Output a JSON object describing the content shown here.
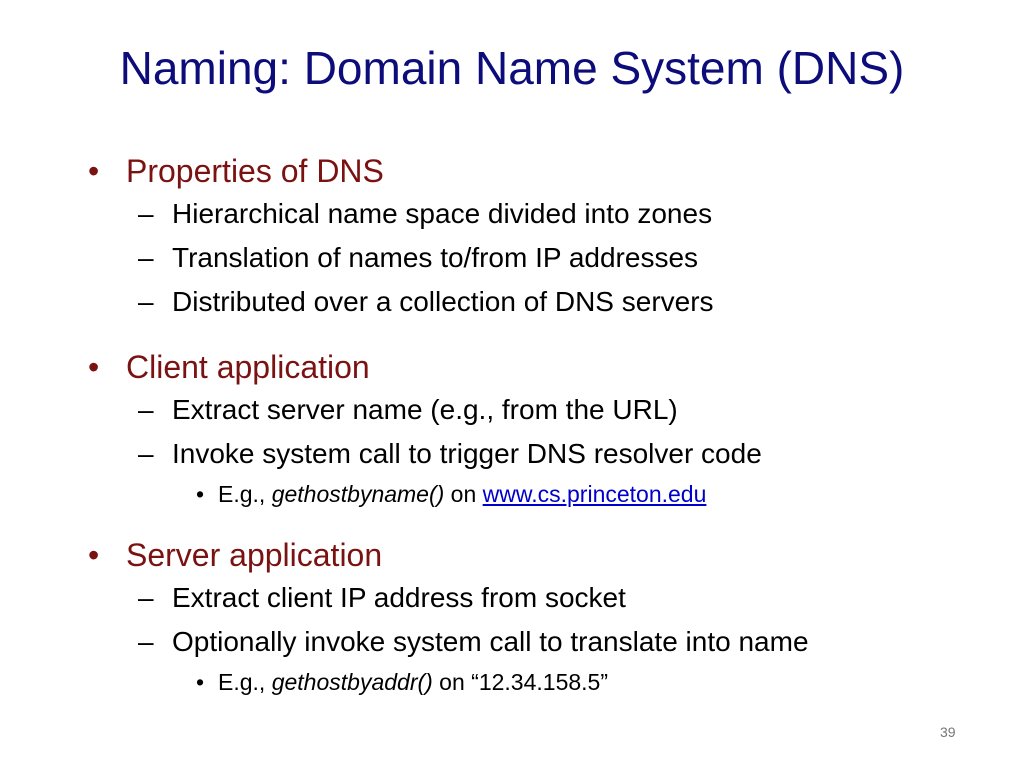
{
  "slide": {
    "title": "Naming: Domain Name System (DNS)",
    "bullet_glyph": "•",
    "dash_glyph": "–",
    "page_number": "39",
    "sections": [
      {
        "heading": "Properties of DNS",
        "items": [
          "Hierarchical name space divided into zones",
          "Translation of names to/from IP addresses",
          "Distributed over a collection of DNS servers"
        ]
      },
      {
        "heading": "Client application",
        "items": [
          "Extract server name (e.g., from the URL)",
          "Invoke system call to trigger DNS resolver code"
        ],
        "sub": {
          "prefix": "E.g., ",
          "func": "gethostbyname()",
          "mid": " on ",
          "link": "www.cs.princeton.edu"
        }
      },
      {
        "heading": "Server application",
        "items": [
          "Extract client IP address from socket",
          "Optionally invoke system call to translate into name"
        ],
        "sub": {
          "prefix": "E.g., ",
          "func": "gethostbyaddr()",
          "mid": " on ",
          "tail": "“12.34.158.5”"
        }
      }
    ]
  },
  "colors": {
    "title": "#0c0c7a",
    "heading": "#7b1212",
    "body": "#000000",
    "link": "#0000cc"
  }
}
